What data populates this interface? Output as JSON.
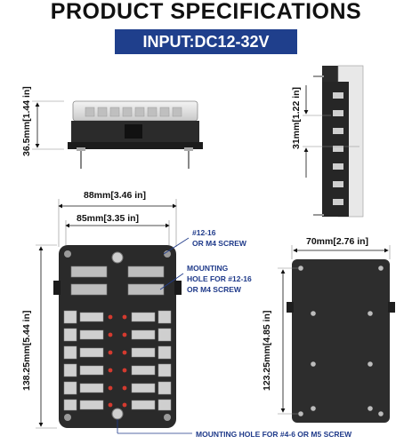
{
  "header": {
    "title": "PRODUCT SPECIFICATIONS",
    "input_label": "INPUT:DC12-32V"
  },
  "dimensions": {
    "side_height": "36.5mm[1.44 in]",
    "end_height": "31mm[1.22 in]",
    "overall_width": "88mm[3.46 in]",
    "hole_spacing": "85mm[3.35 in]",
    "overall_length": "138.25mm[5.44 in]",
    "bracket_width": "70mm[2.76 in]",
    "bracket_length": "123.25mm[4.85 in]"
  },
  "notes": {
    "screw_line1": "#12-16",
    "screw_line2": "OR M4 SCREW",
    "mount_line1": "MOUNTING",
    "mount_line2": "HOLE FOR #12-16",
    "mount_line3": "OR M4 SCREW",
    "bottom_hole": "MOUNTING HOLE FOR #4-6 OR M5 SCREW"
  },
  "colors": {
    "banner": "#1f3f8c",
    "body": "#2a2a2a",
    "fuse": "#d9d9d9",
    "led": "#d43a2f",
    "annotation": "#1f3a8a"
  }
}
